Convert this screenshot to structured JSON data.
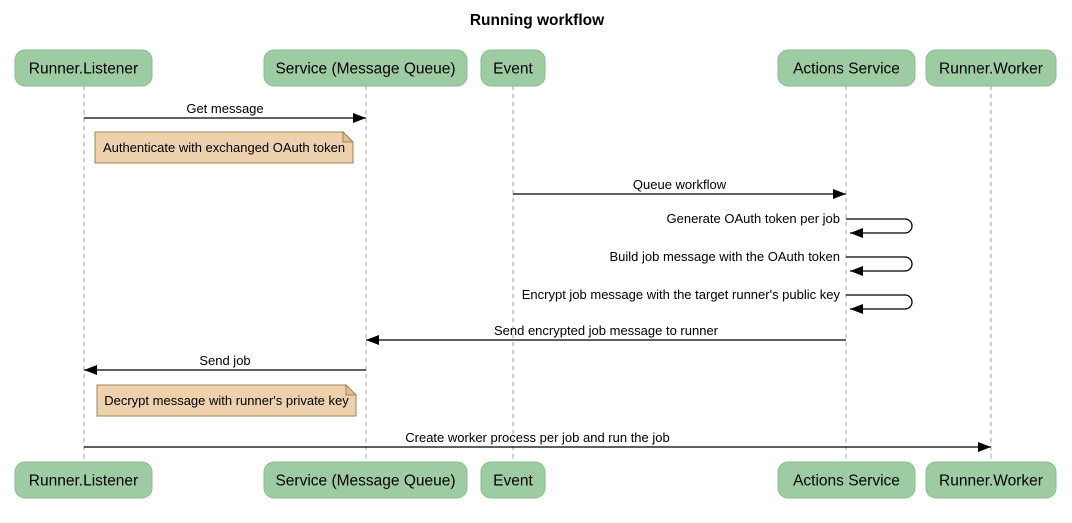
{
  "diagram_type": "sequence-diagram",
  "title": "Running workflow",
  "colors": {
    "background": "#FFFFFF",
    "actor_fill": "#9DCCA3",
    "actor_border": "#88BD8F",
    "note_fill": "#EDD1AC",
    "note_border": "#A08454",
    "note_fold": "#E2C091",
    "lifeline": "#ADADAD",
    "arrow": "#000000",
    "text": "#000000"
  },
  "actors": [
    {
      "label": "Runner.Listener"
    },
    {
      "label": "Service (Message Queue)"
    },
    {
      "label": "Event"
    },
    {
      "label": "Actions Service"
    },
    {
      "label": "Runner.Worker"
    }
  ],
  "messages": [
    {
      "type": "message",
      "label": "Get message",
      "from": "Runner.Listener",
      "to": "Service (Message Queue)"
    },
    {
      "type": "note",
      "label": "Authenticate with exchanged OAuth token",
      "position": "right of Runner.Listener"
    },
    {
      "type": "message",
      "label": "Queue workflow",
      "from": "Event",
      "to": "Actions Service"
    },
    {
      "type": "self",
      "label": "Generate OAuth token per job",
      "actor": "Actions Service"
    },
    {
      "type": "self",
      "label": "Build job message with the OAuth token",
      "actor": "Actions Service"
    },
    {
      "type": "self",
      "label": "Encrypt job message with the target runner's public key",
      "actor": "Actions Service"
    },
    {
      "type": "message",
      "label": "Send encrypted job message to runner",
      "from": "Actions Service",
      "to": "Service (Message Queue)"
    },
    {
      "type": "message",
      "label": "Send job",
      "from": "Service (Message Queue)",
      "to": "Runner.Listener"
    },
    {
      "type": "note",
      "label": "Decrypt message with runner's private key",
      "position": "right of Runner.Listener"
    },
    {
      "type": "message",
      "label": "Create worker process per job and run the job",
      "from": "Runner.Listener",
      "to": "Runner.Worker"
    }
  ]
}
